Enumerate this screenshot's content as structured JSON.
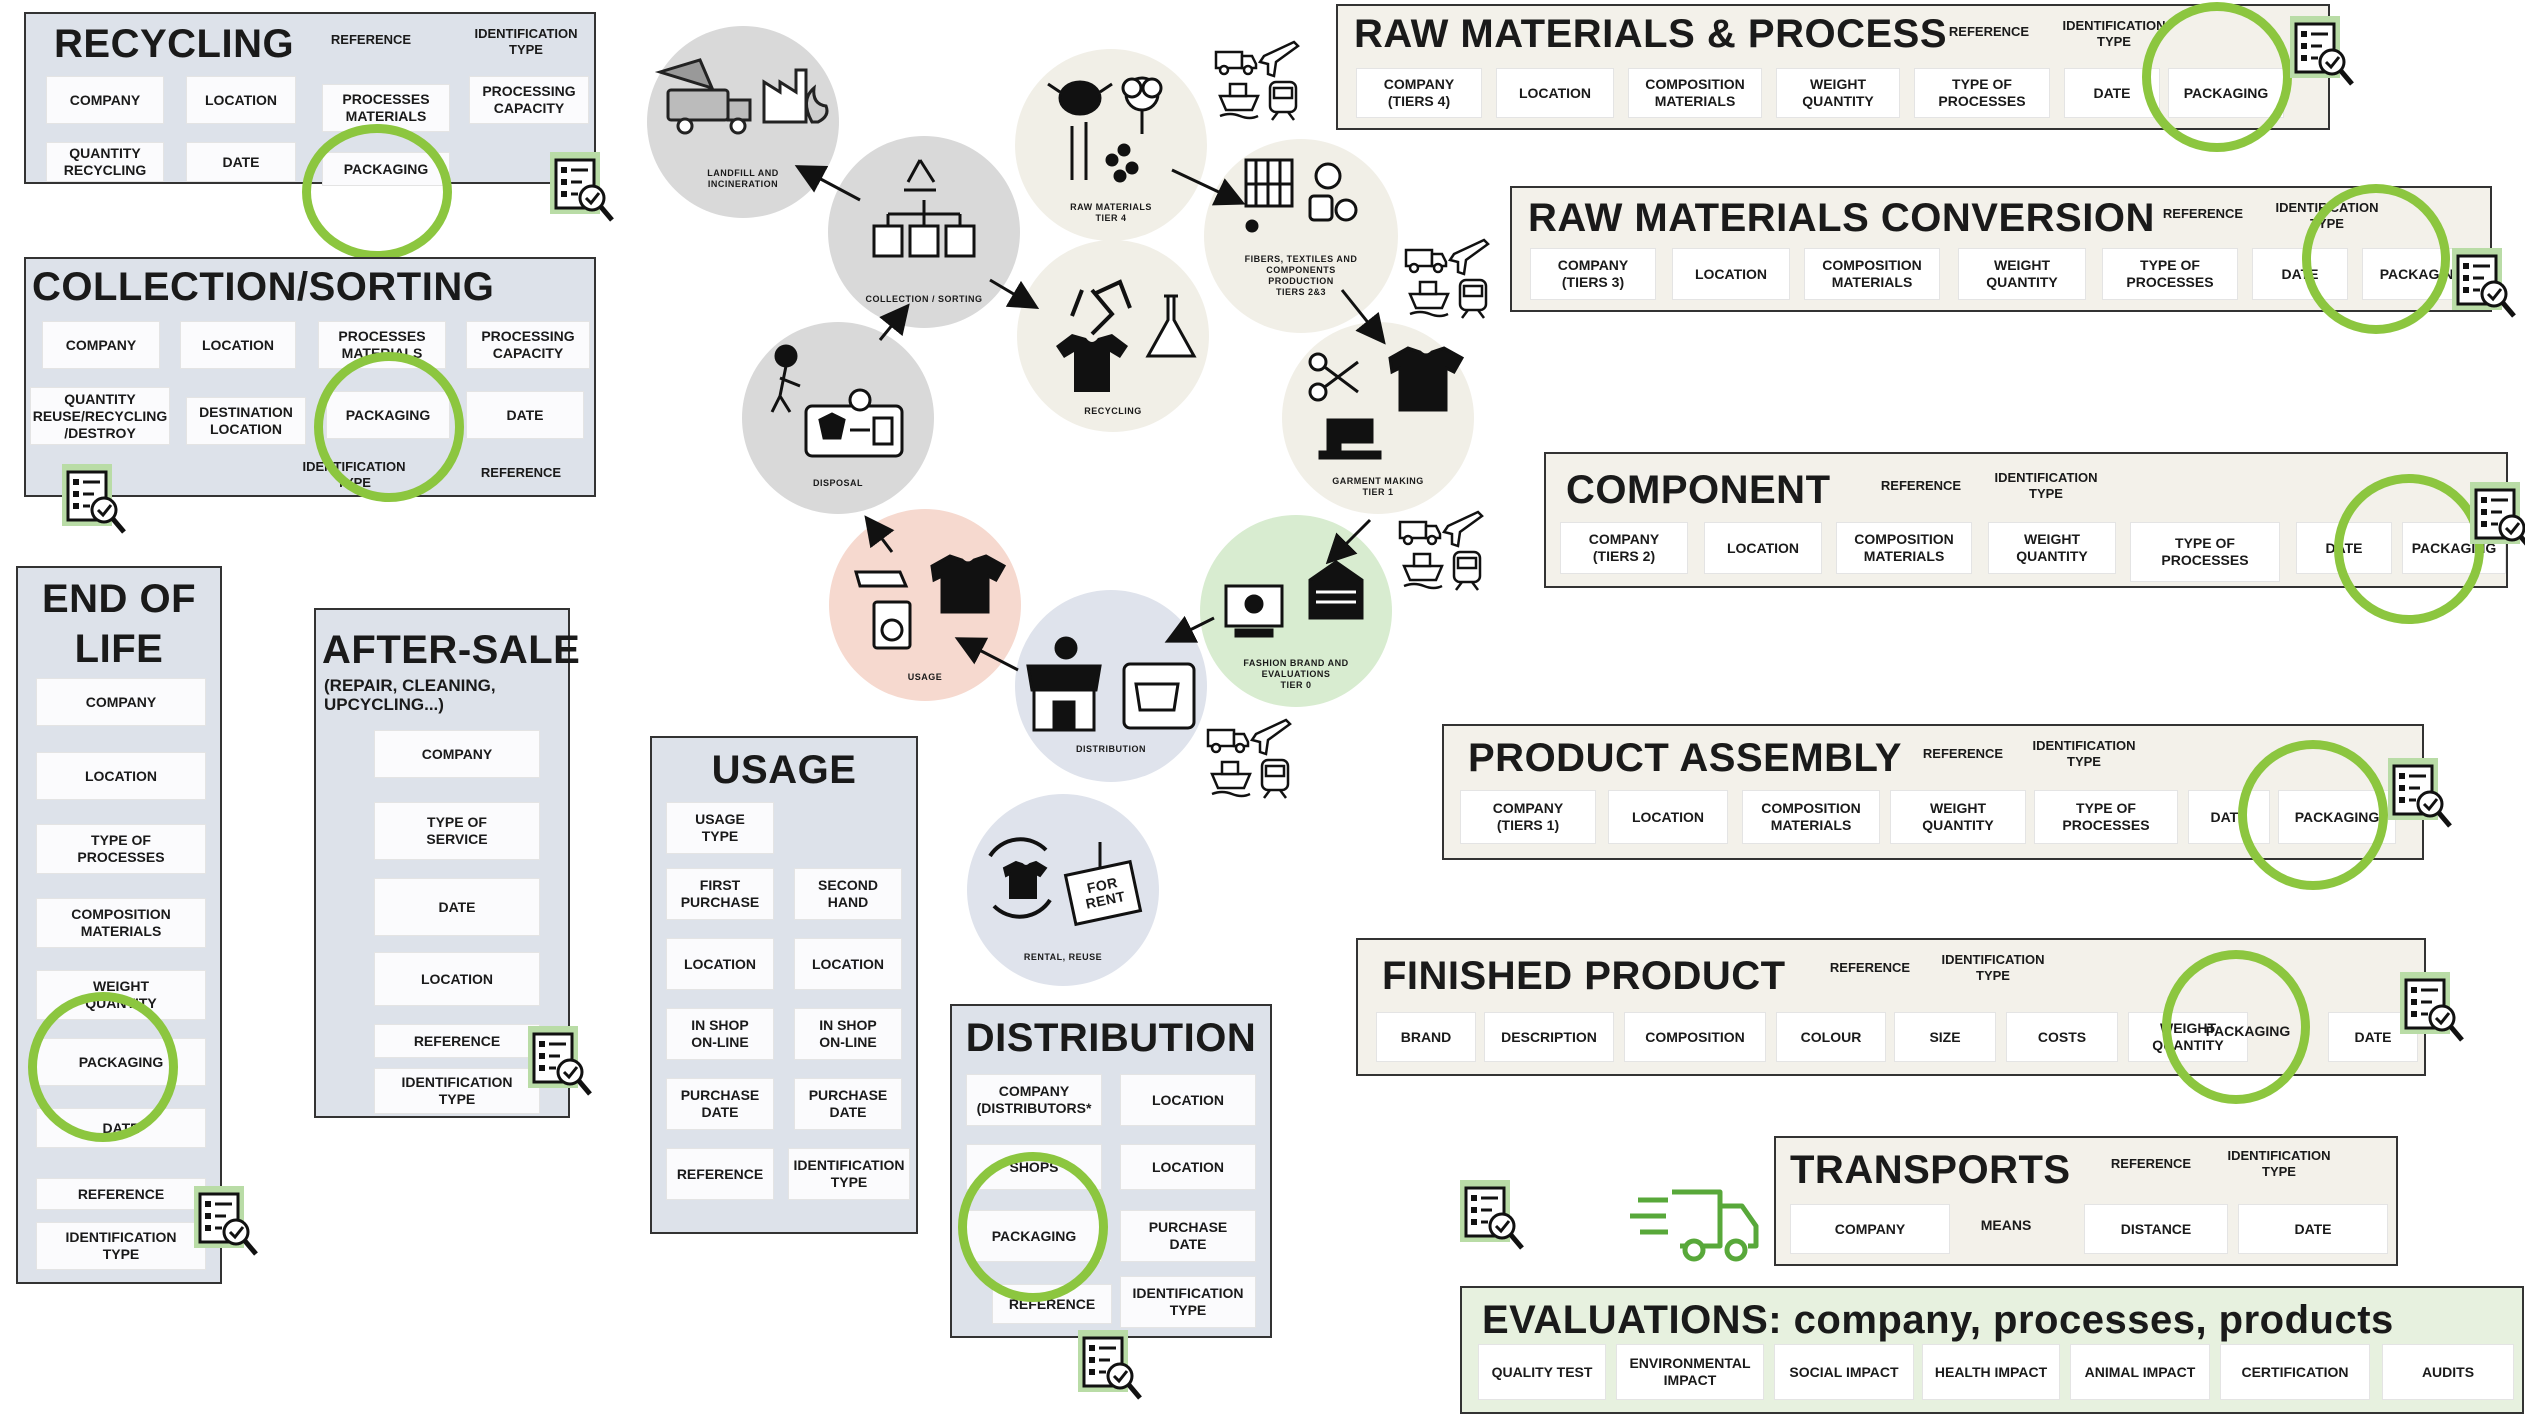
{
  "panels": {
    "recycling": {
      "title": "RECYCLING",
      "ref": "REFERENCE",
      "idtype": "IDENTIFICATION\nTYPE",
      "cells": [
        "COMPANY",
        "LOCATION",
        "PROCESSES\nMATERIALS",
        "PROCESSING\nCAPACITY",
        "QUANTITY\nRECYCLING",
        "DATE",
        "PACKAGING"
      ]
    },
    "collection": {
      "title": "COLLECTION/SORTING",
      "ref": "REFERENCE",
      "idtype": "IDENTIFICATION\nTYPE",
      "cells": [
        "COMPANY",
        "LOCATION",
        "PROCESSES\nMATERIALS",
        "PROCESSING\nCAPACITY",
        "QUANTITY\nREUSE/RECYCLING\n/DESTROY",
        "DESTINATION\nLOCATION",
        "PACKAGING",
        "DATE"
      ]
    },
    "end_of_life": {
      "title": "END OF\nLIFE",
      "cells": [
        "COMPANY",
        "LOCATION",
        "TYPE OF\nPROCESSES",
        "COMPOSITION\nMATERIALS",
        "WEIGHT\nQUANTITY",
        "PACKAGING",
        "DATE",
        "REFERENCE",
        "IDENTIFICATION\nTYPE"
      ]
    },
    "after_sale": {
      "title": "AFTER-SALE",
      "subtitle": "(REPAIR, CLEANING,\nUPCYCLING...)",
      "cells": [
        "COMPANY",
        "TYPE OF\nSERVICE",
        "DATE",
        "LOCATION",
        "REFERENCE",
        "IDENTIFICATION\nTYPE"
      ]
    },
    "usage": {
      "title": "USAGE",
      "cells": [
        "USAGE\nTYPE",
        "FIRST\nPURCHASE",
        "SECOND\nHAND",
        "LOCATION",
        "LOCATION",
        "IN SHOP\nON-LINE",
        "IN SHOP\nON-LINE",
        "PURCHASE\nDATE",
        "PURCHASE\nDATE",
        "REFERENCE",
        "IDENTIFICATION\nTYPE"
      ]
    },
    "distribution": {
      "title": "DISTRIBUTION",
      "cells": [
        "COMPANY\n(DISTRIBUTORS*",
        "LOCATION",
        "SHOPS",
        "LOCATION",
        "PACKAGING",
        "PURCHASE\nDATE",
        "REFERENCE",
        "IDENTIFICATION\nTYPE"
      ]
    },
    "raw_process": {
      "title": "RAW MATERIALS & PROCESS",
      "ref": "REFERENCE",
      "idtype": "IDENTIFICATION\nTYPE",
      "cells": [
        "COMPANY\n(TIERS 4)",
        "LOCATION",
        "COMPOSITION\nMATERIALS",
        "WEIGHT\nQUANTITY",
        "TYPE OF\nPROCESSES",
        "DATE",
        "PACKAGING"
      ]
    },
    "raw_conversion": {
      "title": "RAW MATERIALS CONVERSION",
      "ref": "REFERENCE",
      "idtype": "IDENTIFICATION\nTYPE",
      "cells": [
        "COMPANY\n(TIERS 3)",
        "LOCATION",
        "COMPOSITION\nMATERIALS",
        "WEIGHT\nQUANTITY",
        "TYPE OF\nPROCESSES",
        "DATE",
        "PACKAGING"
      ]
    },
    "component": {
      "title": "COMPONENT",
      "ref": "REFERENCE",
      "idtype": "IDENTIFICATION\nTYPE",
      "cells": [
        "COMPANY\n(TIERS 2)",
        "LOCATION",
        "COMPOSITION\nMATERIALS",
        "WEIGHT\nQUANTITY",
        "TYPE OF\nPROCESSES",
        "DATE",
        "PACKAGING"
      ]
    },
    "product_assembly": {
      "title": "PRODUCT ASSEMBLY",
      "ref": "REFERENCE",
      "idtype": "IDENTIFICATION\nTYPE",
      "cells": [
        "COMPANY\n(TIERS 1)",
        "LOCATION",
        "COMPOSITION\nMATERIALS",
        "WEIGHT\nQUANTITY",
        "TYPE OF\nPROCESSES",
        "DATE",
        "PACKAGING"
      ]
    },
    "finished_product": {
      "title": "FINISHED PRODUCT",
      "ref": "REFERENCE",
      "idtype": "IDENTIFICATION\nTYPE",
      "cells": [
        "BRAND",
        "DESCRIPTION",
        "COMPOSITION",
        "COLOUR",
        "SIZE",
        "COSTS",
        "WEIGHT\nQUANTITY",
        "PACKAGING",
        "DATE"
      ]
    },
    "transports": {
      "title": "TRANSPORTS",
      "ref": "REFERENCE",
      "idtype": "IDENTIFICATION\nTYPE",
      "cells": [
        "COMPANY",
        "MEANS",
        "DISTANCE",
        "DATE"
      ]
    },
    "evaluations": {
      "title": "EVALUATIONS: company, processes, products",
      "cells": [
        "QUALITY TEST",
        "ENVIRONMENTAL\nIMPACT",
        "SOCIAL IMPACT",
        "HEALTH IMPACT",
        "ANIMAL IMPACT",
        "CERTIFICATION",
        "AUDITS"
      ]
    }
  },
  "nodes": {
    "landfill": "LANDFILL AND\nINCINERATION",
    "raw_materials": "RAW MATERIALS\nTIER 4",
    "fibers": "FIBERS, TEXTILES AND\nCOMPONENTS\nPRODUCTION\nTIERS 2&3",
    "collection": "COLLECTION / SORTING",
    "recycling": "RECYCLING",
    "garment": "GARMENT MAKING\nTIER 1",
    "disposal": "DISPOSAL",
    "brand": "FASHION BRAND AND\nEVALUATIONS\nTIER 0",
    "usage": "USAGE",
    "distribution": "DISTRIBUTION",
    "rental": "RENTAL, REUSE",
    "for_rent": "FOR\nRENT"
  },
  "colors": {
    "ring": "#8cc63f",
    "panel_blue": "#dde2ea",
    "panel_cream": "#f3f1ea",
    "panel_green": "#e7f1df",
    "node_grey": "#d9d9d9",
    "node_cream": "#f1efe7",
    "node_pink": "#f6d9cf",
    "node_green": "#d8ecd0",
    "node_blue": "#dfe3ec"
  },
  "icons": [
    "evaluation-checklist-icon",
    "delivery-truck-icon",
    "transport-modes-icon"
  ]
}
